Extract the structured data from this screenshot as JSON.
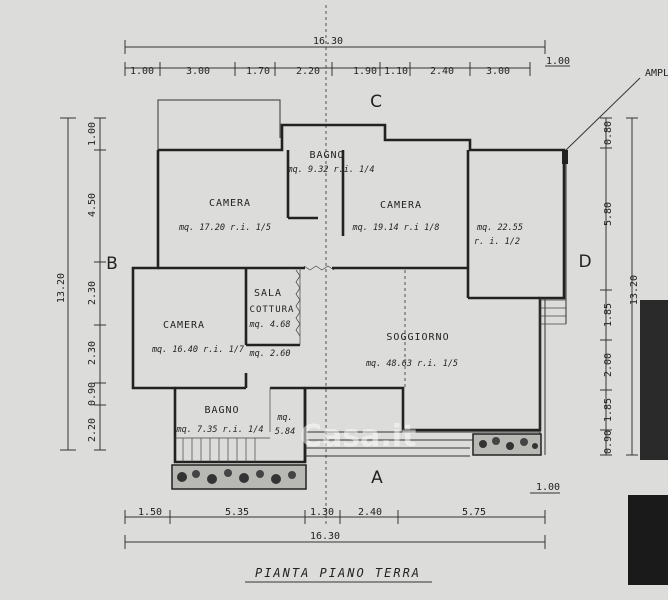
{
  "title": "PIANTA PIANO TERRA",
  "watermark": "Casa.it",
  "labels": {
    "ampl": "AMPL",
    "top_total": "16.30",
    "bottom_total": "16.30",
    "left_total": "13.20",
    "right_total": "13.20",
    "top_right_extra": "1.00",
    "bottom_right_extra": "1.00"
  },
  "top_dims": [
    "1.00",
    "3.00",
    "1.70",
    "2.20",
    "1.90",
    "1.10",
    "2.40",
    "3.00"
  ],
  "bottom_dims": [
    "1.50",
    "5.35",
    "1.30",
    "2.40",
    "5.75"
  ],
  "left_dims": [
    "1.00",
    "4.50",
    "2.30",
    "2.30",
    "0.90",
    "2.20"
  ],
  "right_dims": [
    "0.80",
    "5.80",
    "1.85",
    "2.00",
    "1.85",
    "0.90"
  ],
  "sections": [
    "A",
    "B",
    "C",
    "D"
  ],
  "rooms": {
    "bagno_top": {
      "name": "BAGNO",
      "area": "mq. 9.32  r.i. 1/4"
    },
    "camera_1": {
      "name": "CAMERA",
      "area": "mq. 17.20  r.i. 1/5"
    },
    "camera_2": {
      "name": "CAMERA",
      "area": "mq. 19.14  r.i 1/8"
    },
    "room_right": {
      "name": "",
      "area": "mq. 22.55",
      "ratio": "r. i. 1/2"
    },
    "camera_3": {
      "name": "CAMERA",
      "area": "mq. 16.40  r.i. 1/7"
    },
    "sala_cottura": {
      "name": "SALA",
      "name2": "COTTURA",
      "area": "mq. 4.68"
    },
    "disimpegno": {
      "area": "mq. 2.60"
    },
    "soggiorno": {
      "name": "SOGGIORNO",
      "area": "mq. 48.63  r.i. 1/5"
    },
    "bagno_bottom": {
      "name": "BAGNO",
      "area": "mq. 7.35  r.i. 1/4"
    },
    "wc": {
      "area": "mq.",
      "area2": "5.84"
    }
  }
}
